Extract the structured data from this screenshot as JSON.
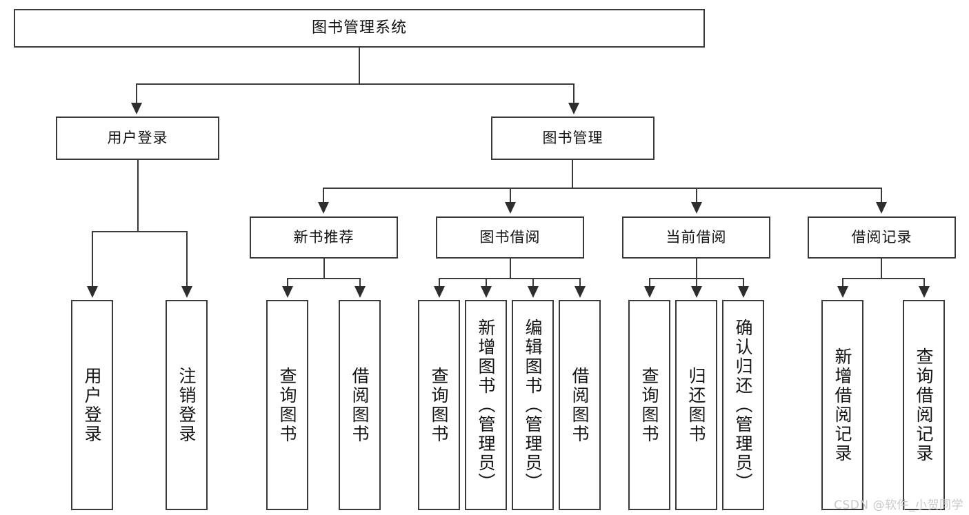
{
  "diagram": {
    "type": "tree",
    "title": "图书管理系统",
    "orientation": "top-down",
    "colors": {
      "box_border": "#3a3a3a",
      "box_fill": "#ffffff",
      "connector": "#3a3a3a",
      "text": "#141414",
      "watermark": "#c9c9c9",
      "background": "#ffffff"
    },
    "root": {
      "label": "图书管理系统"
    },
    "level2": [
      {
        "label": "用户登录"
      },
      {
        "label": "图书管理"
      }
    ],
    "level3": [
      {
        "label": "新书推荐"
      },
      {
        "label": "图书借阅"
      },
      {
        "label": "当前借阅"
      },
      {
        "label": "借阅记录"
      }
    ],
    "leaves": {
      "user_login": [
        {
          "label": "用户登录"
        },
        {
          "label": "注销登录"
        }
      ],
      "new_book": [
        {
          "label": "查询图书"
        },
        {
          "label": "借阅图书"
        }
      ],
      "borrow_book": [
        {
          "label": "查询图书"
        },
        {
          "label": "新增图书（管理员）"
        },
        {
          "label": "编辑图书（管理员）"
        },
        {
          "label": "借阅图书"
        }
      ],
      "current_borrow": [
        {
          "label": "查询图书"
        },
        {
          "label": "归还图书"
        },
        {
          "label": "确认归还（管理员）"
        }
      ],
      "borrow_record": [
        {
          "label": "新增借阅记录"
        },
        {
          "label": "查询借阅记录"
        }
      ]
    }
  },
  "watermark": {
    "text": "CSDN @软件_小贺同学"
  }
}
